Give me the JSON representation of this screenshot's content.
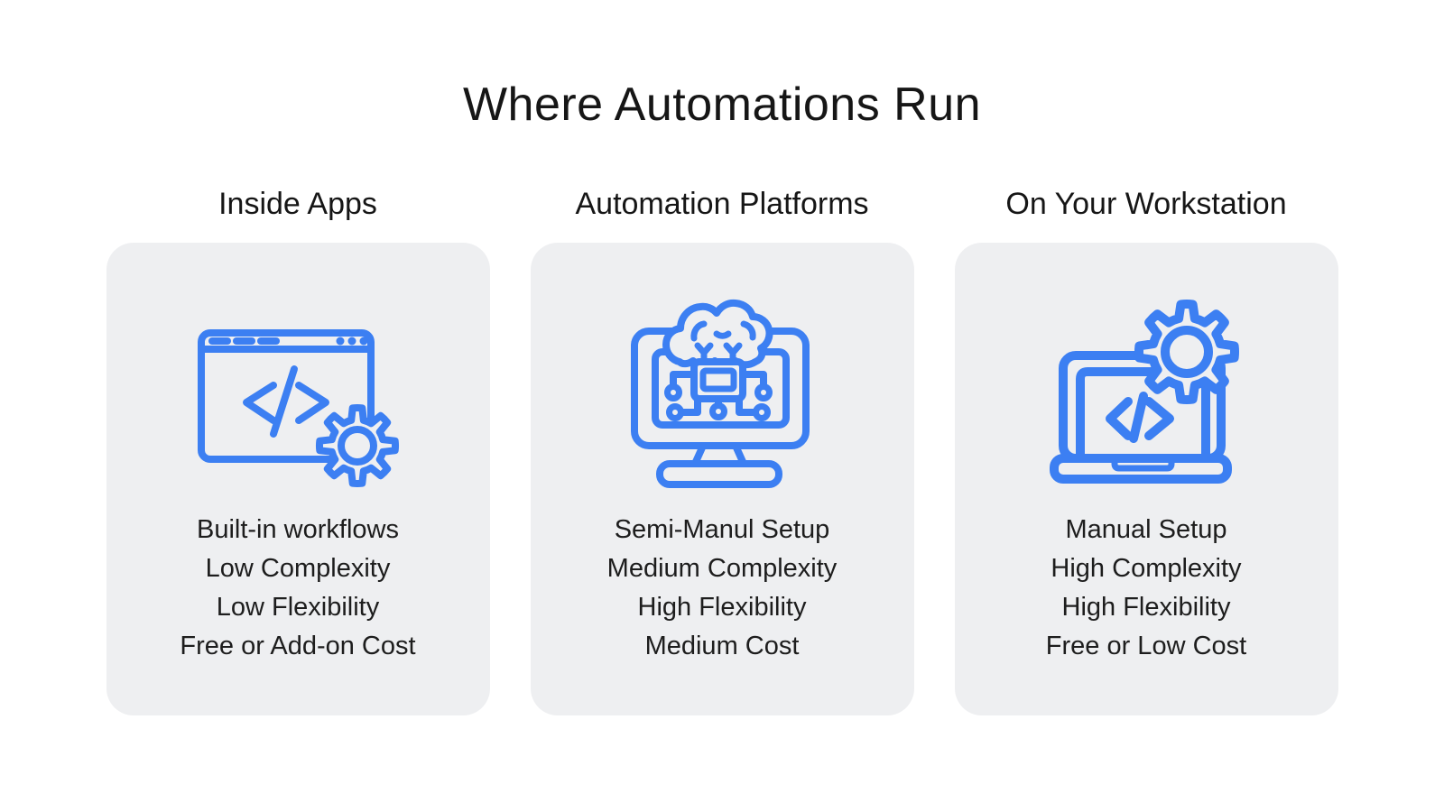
{
  "page": {
    "title": "Where Automations Run",
    "background": "#ffffff"
  },
  "colors": {
    "accent": "#3c7ff2",
    "card_background": "#eeeff1",
    "heading_text": "#161616",
    "body_text": "#1d1d1d"
  },
  "columns": [
    {
      "header": "Inside Apps",
      "icon": "browser-code-gear-icon",
      "lines": [
        "Built-in workflows",
        "Low Complexity",
        "Low Flexibility",
        "Free or Add-on Cost"
      ]
    },
    {
      "header": "Automation Platforms",
      "icon": "monitor-ai-brain-circuit-icon",
      "lines": [
        "Semi-Manul Setup",
        "Medium Complexity",
        "High Flexibility",
        "Medium Cost"
      ]
    },
    {
      "header": "On Your Workstation",
      "icon": "laptop-code-gear-icon",
      "lines": [
        "Manual Setup",
        "High Complexity",
        "High Flexibility",
        "Free or Low Cost"
      ]
    }
  ]
}
